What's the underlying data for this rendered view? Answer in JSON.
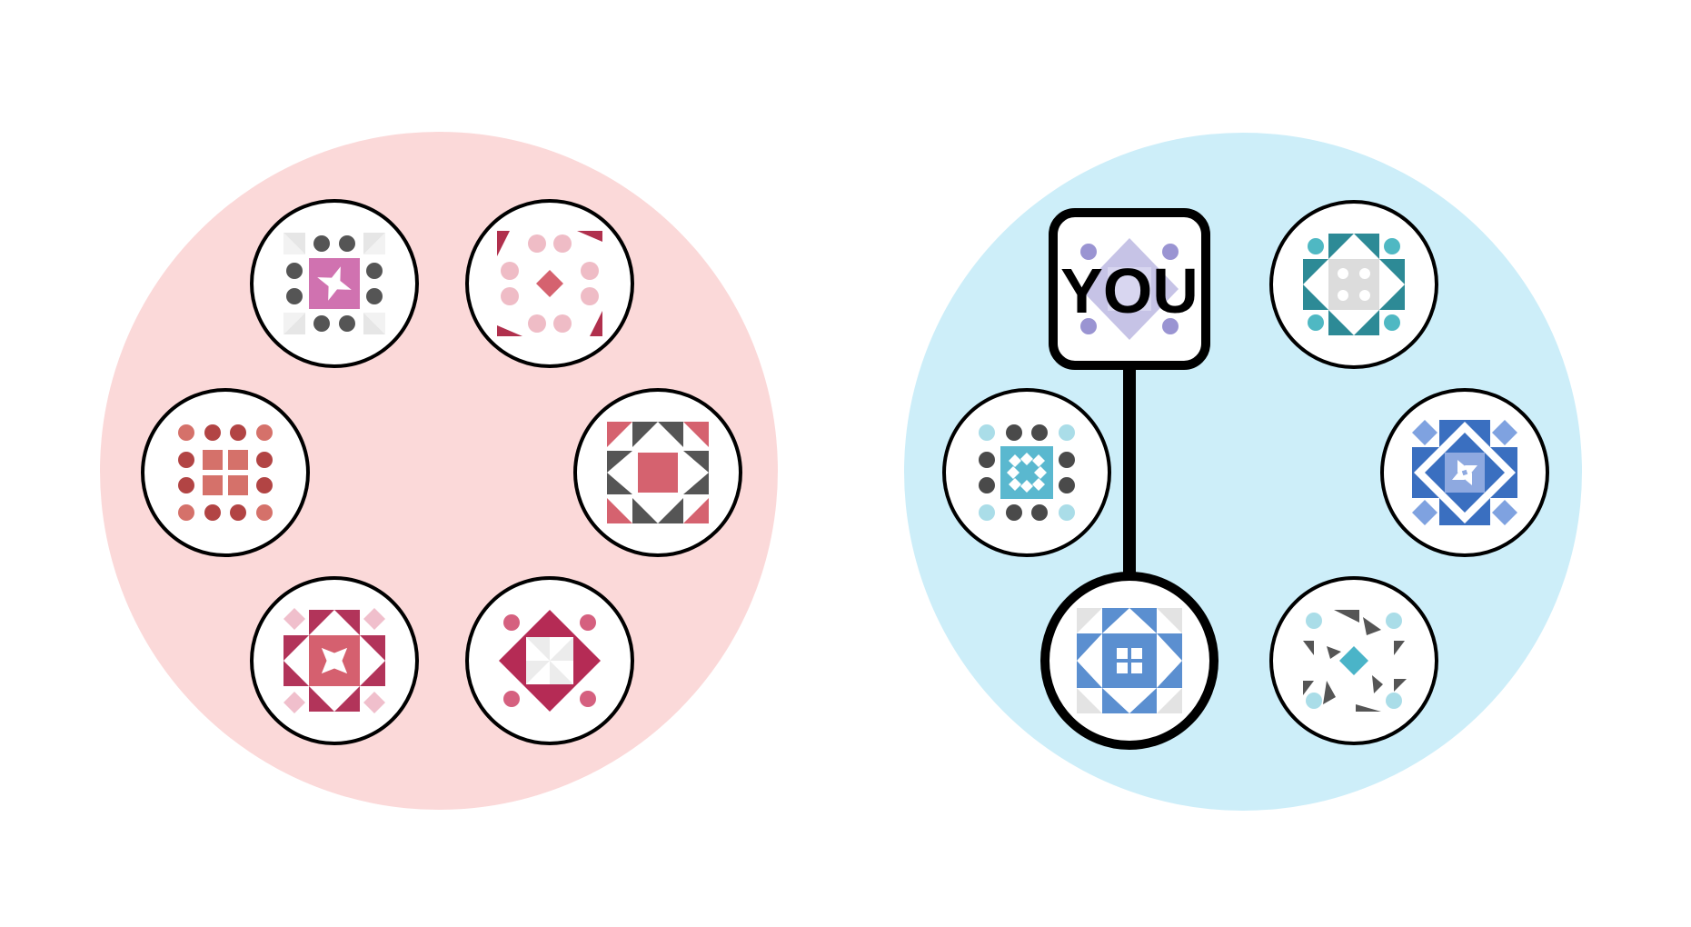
{
  "you_label": "YOU",
  "colors": {
    "background": "#ffffff",
    "group_left_fill": "#fbd9d9",
    "group_right_fill": "#cdeef9",
    "node_fill": "#ffffff",
    "node_stroke": "#000000",
    "connector": "#000000"
  },
  "groups": [
    {
      "id": "left-group",
      "color": "#fbd9d9",
      "nodes": [
        {
          "id": "pink-star-block",
          "icon": "quilt-star-pink",
          "palette": {
            "center": "#d072b0",
            "dots": "#555555",
            "corners": "#e6e6e6"
          }
        },
        {
          "id": "rose-diamond-block",
          "icon": "quilt-diamond-rose",
          "palette": {
            "center": "#d5626f",
            "dots": "#efbcc6",
            "corners": "#b0304d"
          }
        },
        {
          "id": "red-dots-grid-block",
          "icon": "quilt-nine-patch-red",
          "palette": {
            "center": "#d5716a",
            "dots": "#b24444",
            "corners": "#d5716a"
          }
        },
        {
          "id": "pinwheel-square-block",
          "icon": "quilt-pinwheel-coral",
          "palette": {
            "center": "#d5626f",
            "dots": "#555555",
            "corners": "#d5626f"
          }
        },
        {
          "id": "crimson-star-block",
          "icon": "quilt-star-crimson",
          "palette": {
            "center": "#d5606f",
            "dots": "#f0bfcc",
            "corners": "#b2345a"
          }
        },
        {
          "id": "magenta-diamond-block",
          "icon": "quilt-diamond-magenta",
          "palette": {
            "center": "#ffffff",
            "dots": "#d5607f",
            "corners": "#b52b55"
          }
        }
      ]
    },
    {
      "id": "right-group",
      "color": "#cdeef9",
      "nodes": [
        {
          "id": "you-block",
          "icon": "quilt-diamond-lavender",
          "palette": {
            "center": "#c6c3e6",
            "dots": "#9a94d2",
            "corners": "#c6c3e6"
          }
        },
        {
          "id": "teal-star-block",
          "icon": "quilt-star-teal",
          "palette": {
            "center": "#dcdcdc",
            "dots": "#4fb8c3",
            "corners": "#2d8a96"
          }
        },
        {
          "id": "cyan-square-block",
          "icon": "quilt-square-cyan",
          "palette": {
            "center": "#5ab8cf",
            "dots": "#4a4a4a",
            "corners": "#aadde8"
          }
        },
        {
          "id": "blue-diamond-block",
          "icon": "quilt-diamond-blue",
          "palette": {
            "center": "#8ea9e0",
            "dots": "#7fa2e0",
            "corners": "#3a6fc0"
          }
        },
        {
          "id": "blue-star-block",
          "icon": "quilt-star-blue",
          "palette": {
            "center": "#5b8fd0",
            "dots": "#ffffff",
            "corners": "#e3e3e3"
          }
        },
        {
          "id": "scattered-triangles-block",
          "icon": "quilt-scatter-grey",
          "palette": {
            "center": "#4ab4c8",
            "dots": "#aadde8",
            "corners": "#555555"
          }
        }
      ]
    }
  ]
}
